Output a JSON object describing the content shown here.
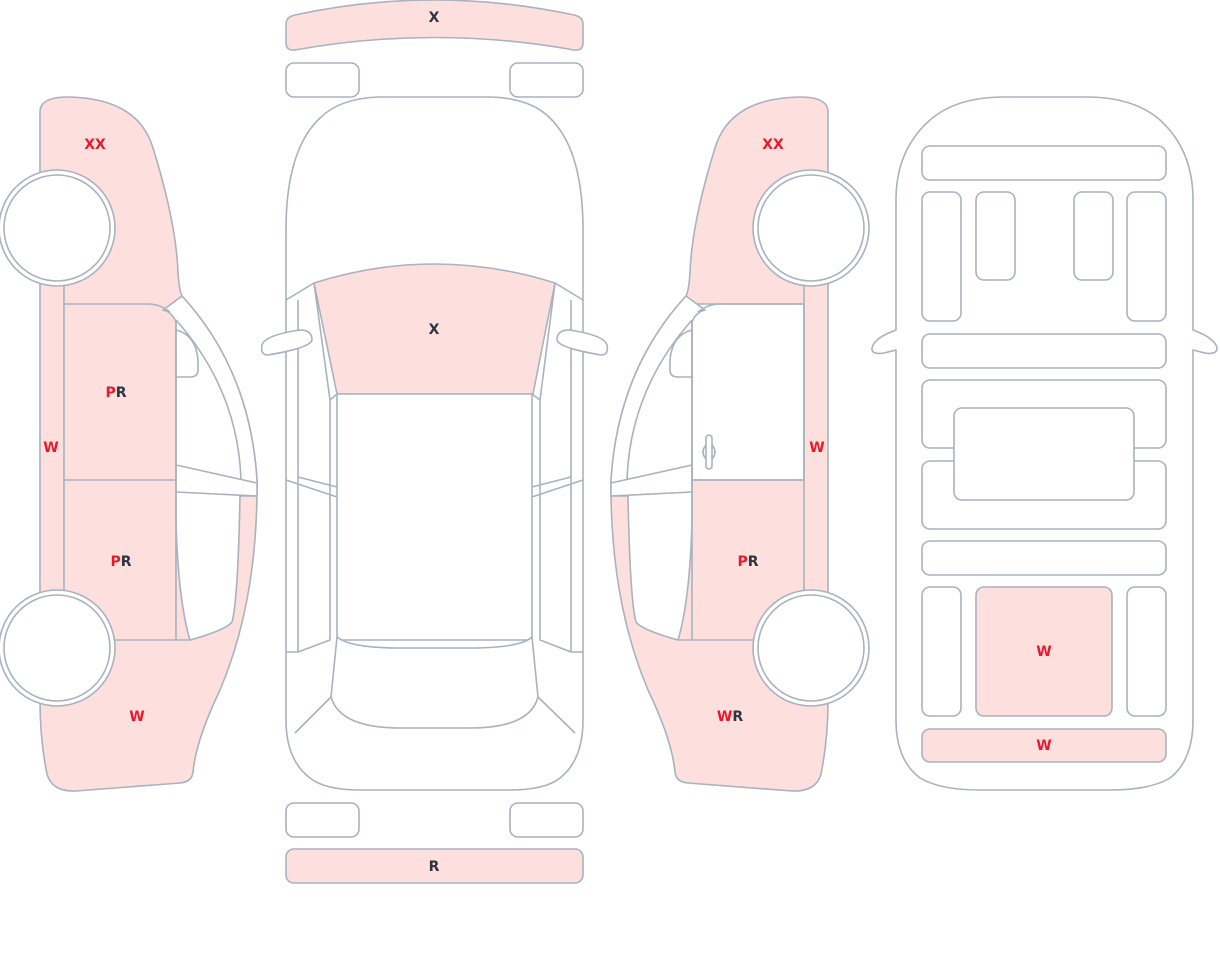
{
  "colors": {
    "damage_fill": "#fde0dd",
    "outline": "#a8b2c0",
    "code_red": "#e8192c",
    "code_dark": "#2d3440"
  },
  "left_side": {
    "front_fender": [
      "XX"
    ],
    "sill": [
      "W"
    ],
    "front_door": [
      "P",
      "R"
    ],
    "rear_door": [
      "P",
      "R"
    ],
    "rear_quarter": [
      "W"
    ]
  },
  "top_view": {
    "front_bumper": [
      "X"
    ],
    "windshield": [
      "X"
    ],
    "rear_bumper": [
      "R"
    ]
  },
  "right_side": {
    "front_fender": [
      "XX"
    ],
    "sill": [
      "W"
    ],
    "rear_door": [
      "P",
      "R"
    ],
    "rear_quarter": [
      "W",
      "R"
    ]
  },
  "underbody": {
    "rear_floor": [
      "W"
    ],
    "rear_panel": [
      "W"
    ]
  }
}
